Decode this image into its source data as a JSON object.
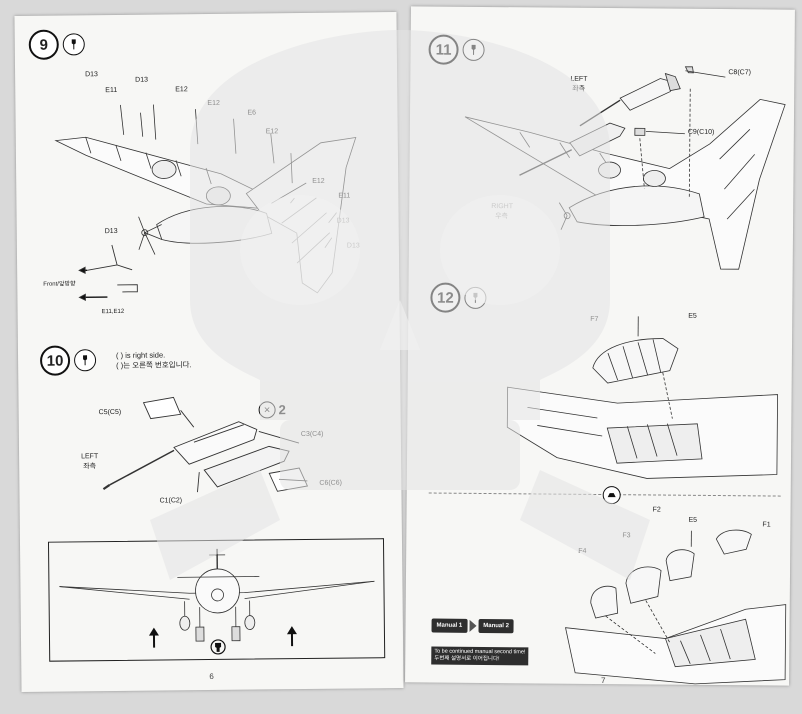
{
  "left_page": {
    "page_number": "6",
    "step9": {
      "number": "9",
      "labels": {
        "d13_a": "D13",
        "e11_a": "E11",
        "d13_b": "D13",
        "e12_a": "E12",
        "e12_b": "E12",
        "e6": "E6",
        "e12_c": "E12",
        "e12_d": "E12",
        "e11_b": "E11",
        "d13_c": "D13",
        "d13_d": "D13",
        "d13_detail": "D13",
        "front": "Front/앞방향",
        "e11_e12": "E11,E12"
      }
    },
    "step10": {
      "number": "10",
      "note_line1": "( ) is right side.",
      "note_line2": "( )는 오른쪽 번호입니다.",
      "quantity": "2",
      "labels": {
        "c5": "C5(C5)",
        "left": "LEFT",
        "left_ko": "좌측",
        "c3": "C3(C4)",
        "c6": "C6(C6)",
        "c1": "C1(C2)"
      }
    }
  },
  "right_page": {
    "page_number": "7",
    "step11": {
      "number": "11",
      "labels": {
        "left": "LEFT",
        "left_ko": "좌측",
        "c8": "C8(C7)",
        "c9": "C9(C10)",
        "right": "RIGHT",
        "right_ko": "우측"
      }
    },
    "step12": {
      "number": "12",
      "labels": {
        "f7": "F7",
        "e5_a": "E5",
        "f2": "F2",
        "e5_b": "E5",
        "f1": "F1",
        "f3": "F3",
        "f4": "F4"
      }
    },
    "manual": {
      "btn1": "Manual 1",
      "btn2": "Manual 2",
      "continue_en": "To be continued manual second time!",
      "continue_ko": "두번째 설명서로 이어집니다!"
    }
  }
}
